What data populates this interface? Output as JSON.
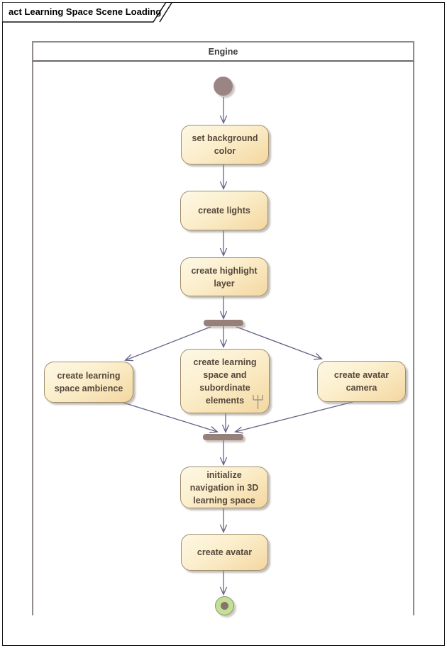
{
  "frame": {
    "title": "act Learning Space Scene Loading"
  },
  "partition": {
    "name": "Engine"
  },
  "nodes": [
    {
      "id": "set-background-color",
      "label": "set background\ncolor"
    },
    {
      "id": "create-lights",
      "label": "create lights"
    },
    {
      "id": "create-highlight-layer",
      "label": "create highlight\nlayer"
    },
    {
      "id": "create-learning-space-ambience",
      "label": "create learning\nspace ambience"
    },
    {
      "id": "create-learning-space-and-subordinate-elements",
      "label": "create learning\nspace and\nsubordinate\nelements",
      "icon": "rake-icon"
    },
    {
      "id": "create-avatar-camera",
      "label": "create avatar\ncamera"
    },
    {
      "id": "initialize-navigation-in-3d-learning-space",
      "label": "initialize\nnavigation in 3D\nlearning space"
    },
    {
      "id": "create-avatar",
      "label": "create avatar"
    }
  ],
  "control_nodes": [
    {
      "id": "initial-node",
      "type": "initial"
    },
    {
      "id": "fork-bar",
      "type": "fork"
    },
    {
      "id": "join-bar",
      "type": "join"
    },
    {
      "id": "final-node",
      "type": "activity-final"
    }
  ],
  "edges": [
    {
      "from": "initial-node",
      "to": "set-background-color"
    },
    {
      "from": "set-background-color",
      "to": "create-lights"
    },
    {
      "from": "create-lights",
      "to": "create-highlight-layer"
    },
    {
      "from": "create-highlight-layer",
      "to": "fork-bar"
    },
    {
      "from": "fork-bar",
      "to": "create-learning-space-ambience"
    },
    {
      "from": "fork-bar",
      "to": "create-learning-space-and-subordinate-elements"
    },
    {
      "from": "fork-bar",
      "to": "create-avatar-camera"
    },
    {
      "from": "create-learning-space-ambience",
      "to": "join-bar"
    },
    {
      "from": "create-learning-space-and-subordinate-elements",
      "to": "join-bar"
    },
    {
      "from": "create-avatar-camera",
      "to": "join-bar"
    },
    {
      "from": "join-bar",
      "to": "initialize-navigation-in-3d-learning-space"
    },
    {
      "from": "initialize-navigation-in-3d-learning-space",
      "to": "create-avatar"
    },
    {
      "from": "create-avatar",
      "to": "final-node"
    }
  ],
  "colors": {
    "node_fill_top": "#fdf8e5",
    "node_fill_bottom": "#f4d7a0",
    "node_border": "#a08e6d",
    "node_text": "#56483c",
    "edge": "#646487",
    "sync_bar": "#97807a",
    "initial_node": "#9b8484",
    "final_node_ring": "#c3e093",
    "final_node_dot": "#8b7070",
    "partition_border": "#918b8b"
  }
}
